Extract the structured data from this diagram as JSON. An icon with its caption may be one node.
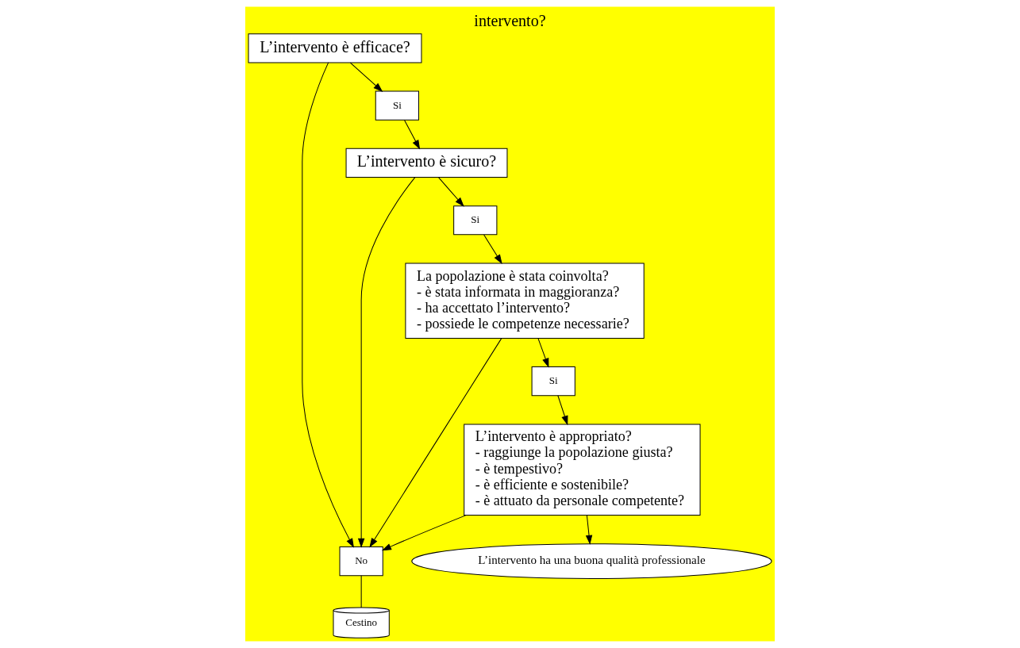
{
  "diagram": {
    "title": "intervento?",
    "nodes": [
      {
        "text": [
          "L’intervento è efficace?"
        ]
      },
      {
        "text": [
          "Si"
        ]
      },
      {
        "text": [
          "L’intervento è sicuro?"
        ]
      },
      {
        "text": [
          "Si"
        ]
      },
      {
        "text": [
          "La popolazione è stata coinvolta?",
          "- è stata informata in maggioranza?",
          "- ha accettato l’intervento?",
          "- possiede le competenze necessarie?"
        ]
      },
      {
        "text": [
          "No"
        ]
      },
      {
        "text": [
          "Cestino"
        ]
      },
      {
        "text": [
          "Si"
        ]
      },
      {
        "text": [
          "L’intervento è appropriato?",
          "- raggiunge la popolazione giusta?",
          "- è tempestivo?",
          "- è efficiente e sostenibile?",
          "- è attuato da personale competente?"
        ]
      },
      {
        "text": [
          "L’intervento ha una buona qualità professionale"
        ]
      }
    ],
    "edges": [
      {
        "from": 0,
        "to": 1,
        "arrow": "to"
      },
      {
        "from": 1,
        "to": 2,
        "arrow": "to"
      },
      {
        "from": 2,
        "to": 3,
        "arrow": "to"
      },
      {
        "from": 3,
        "to": 4,
        "arrow": "to"
      },
      {
        "from": 0,
        "to": 5,
        "arrow": "to"
      },
      {
        "from": 2,
        "to": 5,
        "arrow": "to"
      },
      {
        "from": 4,
        "to": 5,
        "arrow": "to"
      },
      {
        "from": 4,
        "to": 7,
        "arrow": "to"
      },
      {
        "from": 7,
        "to": 8,
        "arrow": "to"
      },
      {
        "from": 8,
        "to": 9,
        "arrow": "to"
      },
      {
        "from": 8,
        "to": 5,
        "arrow": "to"
      },
      {
        "from": 5,
        "to": 6,
        "arrow": "none"
      }
    ]
  }
}
